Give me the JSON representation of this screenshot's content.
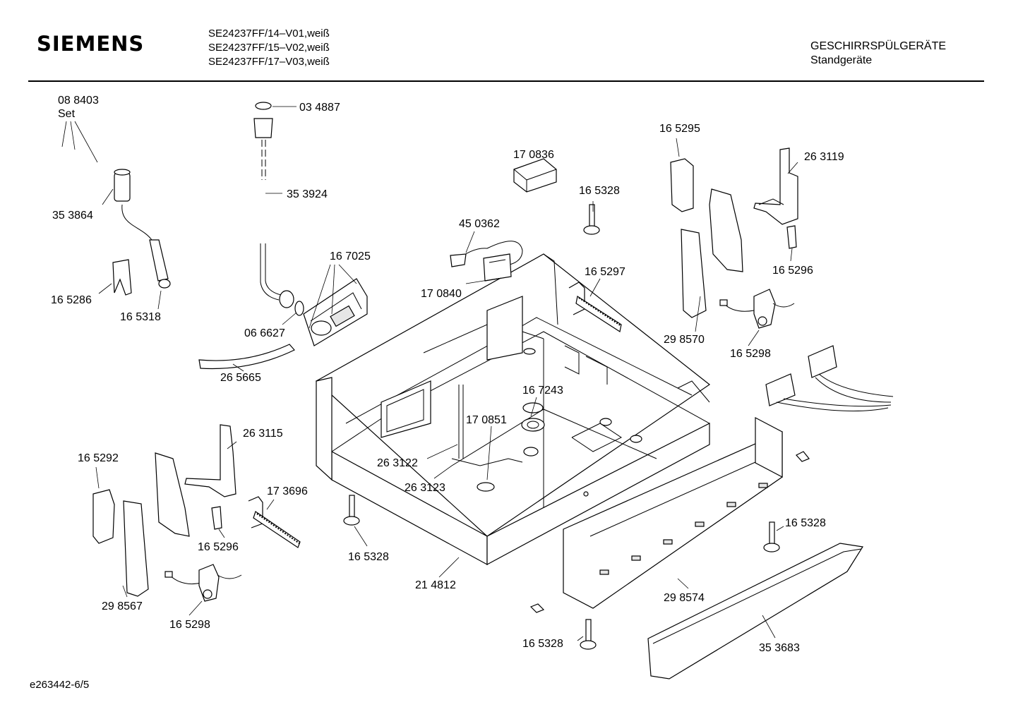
{
  "header": {
    "brand": "SIEMENS",
    "models": [
      "SE24237FF/14–V01,weiß",
      "SE24237FF/15–V02,weiß",
      "SE24237FF/17–V03,weiß"
    ],
    "category": "GESCHIRRSPÜLGERÄTE",
    "subcategory": "Standgeräte"
  },
  "parts": {
    "p088403": "08 8403",
    "set": "Set",
    "p353864": "35 3864",
    "p165286": "16 5286",
    "p165318": "16 5318",
    "p034887": "03 4887",
    "p353924": "35 3924",
    "p167025": "16 7025",
    "p066627": "06 6627",
    "p265665": "26 5665",
    "p170836": "17 0836",
    "p165328a": "16 5328",
    "p450362": "45 0362",
    "p170840": "17 0840",
    "p165297": "16 5297",
    "p165295": "16 5295",
    "p263119": "26 3119",
    "p165296a": "16 5296",
    "p298570": "29 8570",
    "p165298a": "16 5298",
    "p167243": "16 7243",
    "p170851": "17 0851",
    "p263122": "26 3122",
    "p263123": "26 3123",
    "p263115": "26 3115",
    "p165292": "16 5292",
    "p173696": "17 3696",
    "p165296b": "16 5296",
    "p298567": "29 8567",
    "p165298b": "16 5298",
    "p165328b": "16 5328",
    "p214812": "21 4812",
    "p165328c": "16 5328",
    "p298574": "29 8574",
    "p165328d": "16 5328",
    "p353683": "35 3683"
  },
  "footer": {
    "code": "e263442-6/5"
  }
}
